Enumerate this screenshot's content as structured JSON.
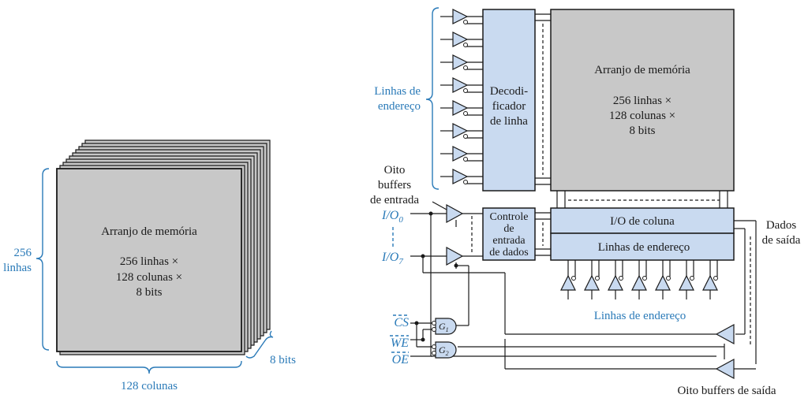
{
  "left": {
    "array_title": "Arranjo de memória",
    "array_dims": [
      "256 linhas  ×",
      "128 colunas  ×",
      "8 bits"
    ],
    "rows_label": [
      "256",
      "linhas"
    ],
    "cols_label": "128 colunas",
    "depth_label": "8 bits"
  },
  "right": {
    "address_lines_label": [
      "Linhas de",
      "endereço"
    ],
    "decoder_label": [
      "Decodi-",
      "ficador",
      "de linha"
    ],
    "array_title": "Arranjo de memória",
    "array_dims": [
      "256 linhas  ×",
      "128 colunas  ×",
      "8 bits"
    ],
    "input_buffers_label": [
      "Oito",
      "buffers",
      "de entrada"
    ],
    "io0": "I/O",
    "io0_sub": "0",
    "io7": "I/O",
    "io7_sub": "7",
    "data_input_control": [
      "Controle",
      "de",
      "entrada",
      "de dados"
    ],
    "column_io": "I/O de coluna",
    "column_address": "Linhas de endereço",
    "bottom_address_label": "Linhas de endereço",
    "data_out_label": [
      "Dados",
      "de saída"
    ],
    "cs": "CS",
    "we": "WE",
    "oe": "OE",
    "g1": "G",
    "g1_sub": "1",
    "g2": "G",
    "g2_sub": "2",
    "output_buffers_label": "Oito buffers de saída"
  }
}
